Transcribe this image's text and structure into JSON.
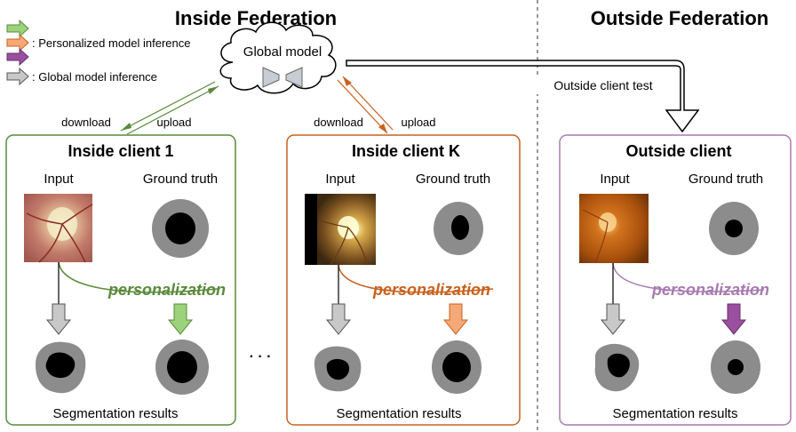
{
  "headings": {
    "inside": "Inside  Federation",
    "outside": "Outside  Federation"
  },
  "legend": {
    "personalized": ": Personalized model inference",
    "global": ": Global model inference"
  },
  "global_model": {
    "label": "Global model"
  },
  "outside_test": "Outside client test",
  "transfer": {
    "download": "download",
    "upload": "upload"
  },
  "clients": [
    {
      "title": "Inside client 1",
      "input": "Input",
      "gt": "Ground truth",
      "personalization": "personalization",
      "results": "Segmentation results",
      "color": "#5a8a3a",
      "arrow_color": "#9bd27a"
    },
    {
      "title": "Inside client K",
      "input": "Input",
      "gt": "Ground truth",
      "personalization": "personalization",
      "results": "Segmentation results",
      "color": "#c8621e",
      "arrow_color": "#f5a878"
    },
    {
      "title": "Outside client",
      "input": "Input",
      "gt": "Ground truth",
      "personalization": "personalization",
      "results": "Segmentation results",
      "color": "#a77bb0",
      "arrow_color": "#9b4f9f"
    }
  ],
  "ellipsis": "· · ·",
  "colors": {
    "green": "#5a8a3a",
    "orange": "#c8621e",
    "purple": "#a77bb0",
    "gray_arrow": "#c8c8c8",
    "disc_gray": "#8c8c8c"
  }
}
